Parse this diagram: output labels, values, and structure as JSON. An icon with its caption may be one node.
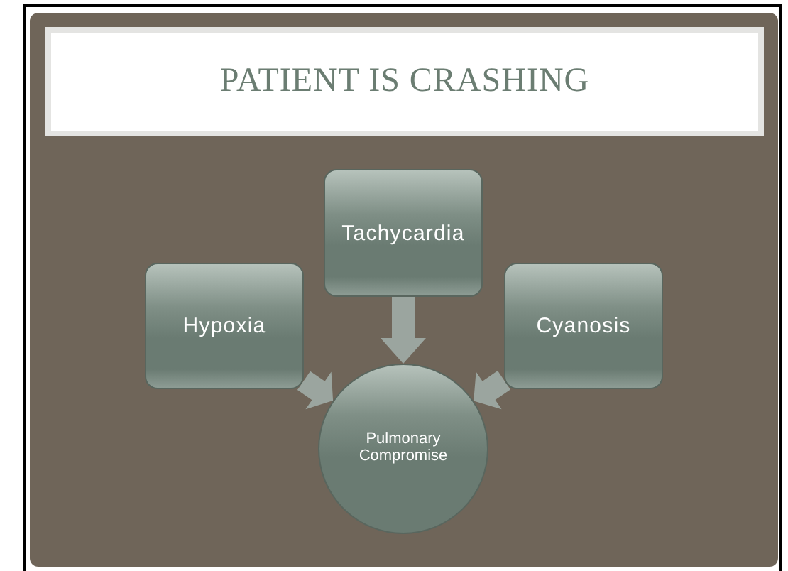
{
  "diagram": {
    "title": "PATIENT IS CRASHING",
    "nodes": [
      {
        "text": [
          "Tachycardia"
        ]
      },
      {
        "text": [
          "Hypoxia"
        ]
      },
      {
        "text": [
          "Cyanosis"
        ]
      },
      {
        "text": [
          "Pulmonary Compromise"
        ]
      }
    ],
    "edges": [
      {
        "from": 0,
        "to": 3,
        "arrow": "to"
      },
      {
        "from": 1,
        "to": 3,
        "arrow": "to"
      },
      {
        "from": 2,
        "to": 3,
        "arrow": "to"
      }
    ]
  }
}
